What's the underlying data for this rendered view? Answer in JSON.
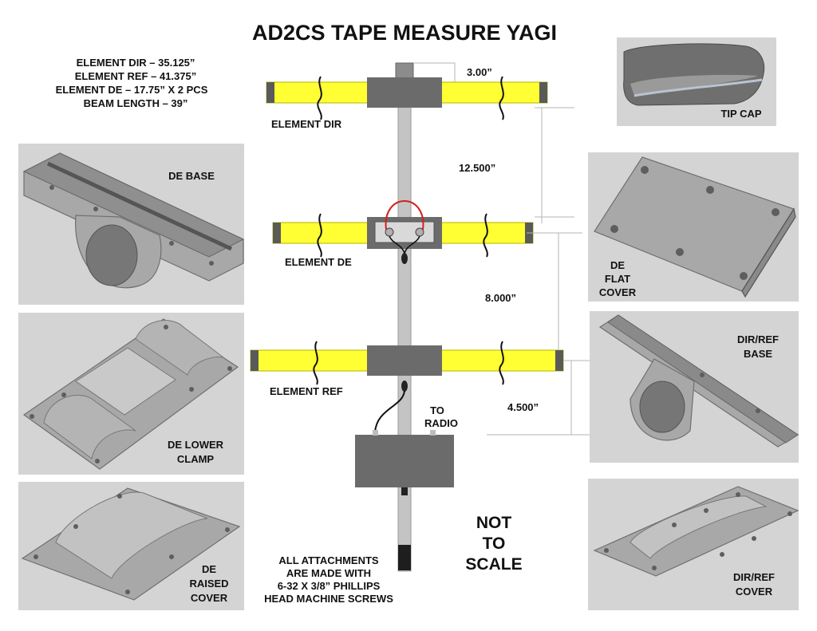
{
  "title": "AD2CS TAPE MEASURE YAGI",
  "specs": [
    "ELEMENT DIR – 35.125”",
    "ELEMENT REF – 41.375”",
    "ELEMENT DE – 17.75” X 2 PCS",
    "BEAM LENGTH – 39”"
  ],
  "elements": {
    "dir": "ELEMENT DIR",
    "de": "ELEMENT DE",
    "ref": "ELEMENT REF"
  },
  "dimensions": {
    "tip_offset": "3.00”",
    "dir_de": "12.500”",
    "de_ref": "8.000”",
    "ref_box": "4.500”"
  },
  "to_radio": [
    "TO",
    "RADIO"
  ],
  "not_to_scale": [
    "NOT",
    "TO",
    "SCALE"
  ],
  "note": [
    "ALL ATTACHMENTS",
    "ARE MADE WITH",
    "6-32 X 3/8” PHILLIPS",
    "HEAD MACHINE SCREWS"
  ],
  "parts": {
    "tip_cap": [
      "TIP CAP"
    ],
    "de_base": [
      "DE BASE"
    ],
    "de_lower_clamp": [
      "DE LOWER",
      "CLAMP"
    ],
    "de_raised_cover": [
      "DE",
      "RAISED",
      "COVER"
    ],
    "de_flat_cover": [
      "DE",
      "FLAT",
      "COVER"
    ],
    "dir_ref_base": [
      "DIR/REF",
      "BASE"
    ],
    "dir_ref_cover": [
      "DIR/REF",
      "COVER"
    ]
  },
  "colors": {
    "element_yellow": "#ffff33",
    "mount_gray": "#6b6b6b",
    "boom_gray": "#c4c4c4",
    "panel_bg": "#d4d4d4",
    "feed_wire": "#d42020"
  }
}
